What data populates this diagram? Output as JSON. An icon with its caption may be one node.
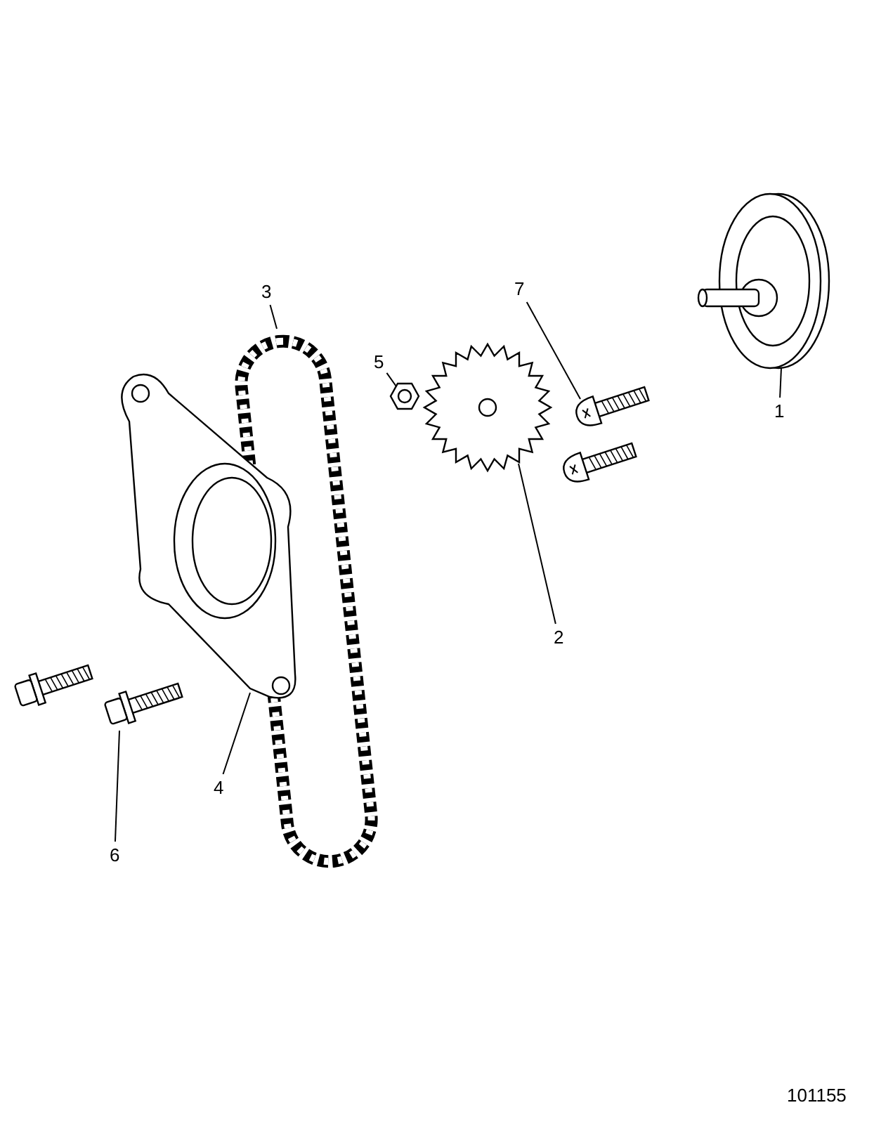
{
  "diagram": {
    "nodes": [
      {
        "text": [
          "7"
        ]
      },
      {
        "text": [
          "3"
        ]
      },
      {
        "text": [
          "5"
        ]
      },
      {
        "text": [
          "1"
        ]
      },
      {
        "text": [
          "2"
        ]
      },
      {
        "text": [
          "4"
        ]
      },
      {
        "text": [
          "6"
        ]
      },
      {
        "text": [],
        "shape": "picture"
      },
      {
        "text": [],
        "shape": "picture"
      },
      {
        "text": [],
        "shape": "picture"
      },
      {
        "text": [],
        "shape": "picture"
      },
      {
        "text": [],
        "shape": "picture"
      },
      {
        "text": [],
        "shape": "picture"
      },
      {
        "text": [],
        "shape": "picture"
      }
    ],
    "edges": [
      {
        "from": 0,
        "to": 7,
        "arrow": "none"
      },
      {
        "from": 1,
        "to": 8,
        "arrow": "none"
      },
      {
        "from": 2,
        "to": 9,
        "arrow": "none"
      },
      {
        "from": 3,
        "to": 10,
        "arrow": "none"
      },
      {
        "from": 4,
        "to": 11,
        "arrow": "none"
      },
      {
        "from": 5,
        "to": 12,
        "arrow": "none"
      },
      {
        "from": 6,
        "to": 13,
        "arrow": "none"
      }
    ],
    "labels": [
      "101155"
    ]
  }
}
